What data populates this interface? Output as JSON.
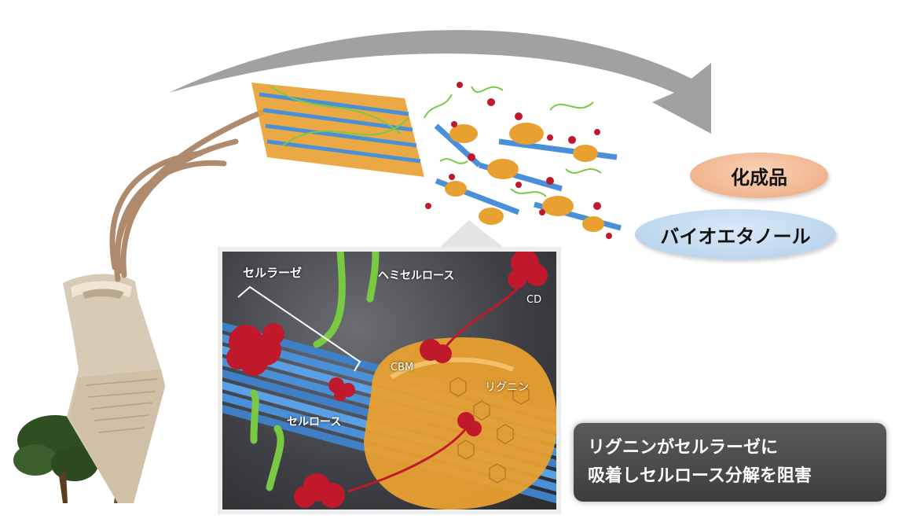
{
  "products": {
    "chemicals": "化成品",
    "bioethanol": "バイオエタノール"
  },
  "inset_labels": {
    "cellulase": "セルラーゼ",
    "hemicellulose": "ヘミセルロース",
    "cd": "CD",
    "cbm": "CBM",
    "lignin": "リグニン",
    "cellulose": "セルロース"
  },
  "callout": {
    "line1": "リグニンがセルラーゼに",
    "line2": "吸着しセルロース分解を阻害"
  },
  "colors": {
    "arrow": "#9a9a9a",
    "cellulose_fiber": "#4a90d9",
    "lignin": "#e8a030",
    "hemicellulose": "#7ac943",
    "enzyme": "#c0192b",
    "chemicals_pill": "#f1b48e",
    "bioethanol_pill": "#bdd6ee",
    "callout_bg": "#4a4a4a"
  }
}
